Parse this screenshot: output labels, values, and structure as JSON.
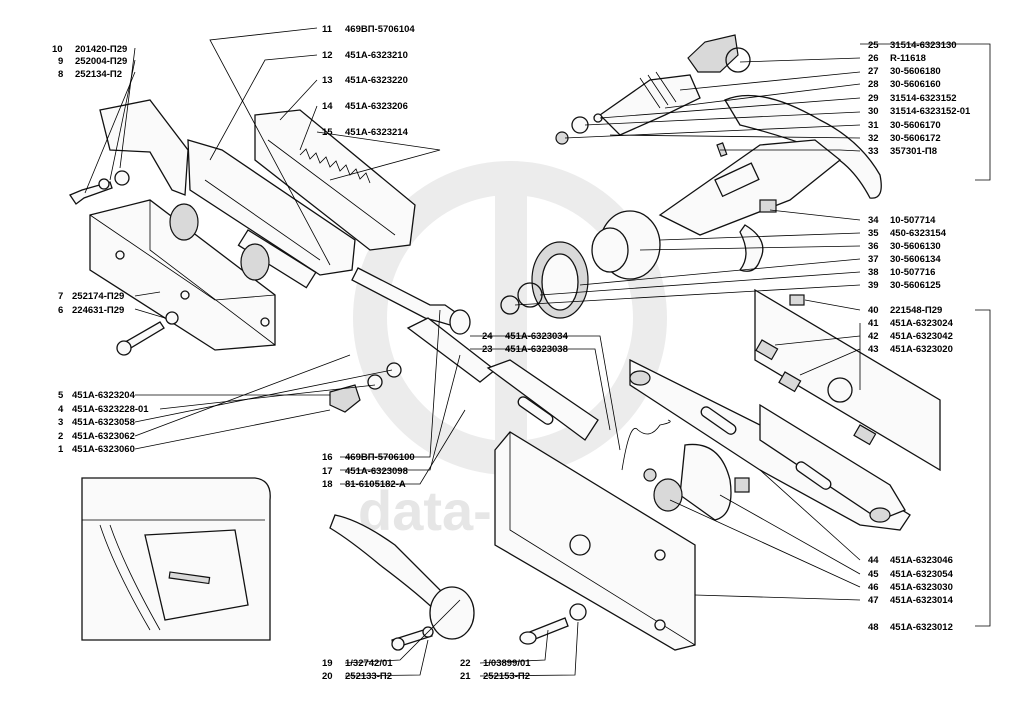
{
  "watermark": "data-parts",
  "parts_left": [
    {
      "n": "10",
      "code": "201420-П29"
    },
    {
      "n": "9",
      "code": "252004-П29"
    },
    {
      "n": "8",
      "code": "252134-П2"
    },
    {
      "n": "7",
      "code": "252174-П29"
    },
    {
      "n": "6",
      "code": "224631-П29"
    },
    {
      "n": "5",
      "code": "451А-6323204"
    },
    {
      "n": "4",
      "code": "451А-6323228-01"
    },
    {
      "n": "3",
      "code": "451А-6323058"
    },
    {
      "n": "2",
      "code": "451А-6323062"
    },
    {
      "n": "1",
      "code": "451А-6323060"
    }
  ],
  "parts_top": [
    {
      "n": "11",
      "code": "469ВП-5706104"
    },
    {
      "n": "12",
      "code": "451А-6323210"
    },
    {
      "n": "13",
      "code": "451А-6323220"
    },
    {
      "n": "14",
      "code": "451А-6323206"
    },
    {
      "n": "15",
      "code": "451А-6323214"
    }
  ],
  "parts_mid": [
    {
      "n": "16",
      "code": "469ВП-5706100"
    },
    {
      "n": "17",
      "code": "451А-6323098"
    },
    {
      "n": "18",
      "code": "81-6105182-А"
    }
  ],
  "parts_center": [
    {
      "n": "24",
      "code": "451А-6323034"
    },
    {
      "n": "23",
      "code": "451А-6323038"
    }
  ],
  "parts_bottom": [
    {
      "n": "19",
      "code": "1/32742/01"
    },
    {
      "n": "20",
      "code": "252133-П2"
    },
    {
      "n": "22",
      "code": "1/03899/01"
    },
    {
      "n": "21",
      "code": "252153-П2"
    }
  ],
  "parts_right": [
    {
      "n": "25",
      "code": "31514-6323130"
    },
    {
      "n": "26",
      "code": "R-11618"
    },
    {
      "n": "27",
      "code": "30-5606180"
    },
    {
      "n": "28",
      "code": "30-5606160"
    },
    {
      "n": "29",
      "code": "31514-6323152"
    },
    {
      "n": "30",
      "code": "31514-6323152-01"
    },
    {
      "n": "31",
      "code": "30-5606170"
    },
    {
      "n": "32",
      "code": "30-5606172"
    },
    {
      "n": "33",
      "code": "357301-П8"
    },
    {
      "n": "34",
      "code": "10-507714"
    },
    {
      "n": "35",
      "code": "450-6323154"
    },
    {
      "n": "36",
      "code": "30-5606130"
    },
    {
      "n": "37",
      "code": "30-5606134"
    },
    {
      "n": "38",
      "code": "10-507716"
    },
    {
      "n": "39",
      "code": "30-5606125"
    },
    {
      "n": "40",
      "code": "221548-П29"
    },
    {
      "n": "41",
      "code": "451А-6323024"
    },
    {
      "n": "42",
      "code": "451А-6323042"
    },
    {
      "n": "43",
      "code": "451А-6323020"
    },
    {
      "n": "44",
      "code": "451А-6323046"
    },
    {
      "n": "45",
      "code": "451А-6323054"
    },
    {
      "n": "46",
      "code": "451А-6323030"
    },
    {
      "n": "47",
      "code": "451А-6323014"
    },
    {
      "n": "48",
      "code": "451А-6323012"
    }
  ]
}
